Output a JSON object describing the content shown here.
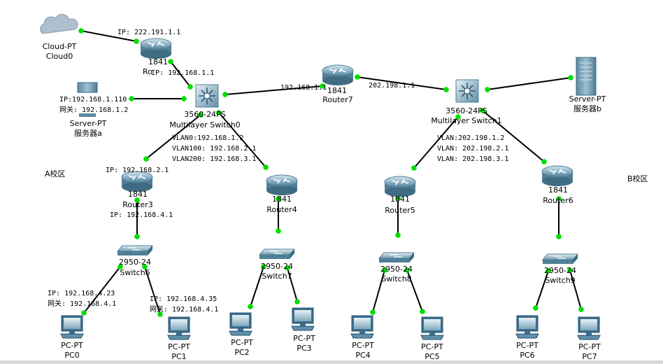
{
  "devices": [
    {
      "id": "cloud0",
      "type": "cloud",
      "model": "Cloud-PT",
      "name": "Cloud0"
    },
    {
      "id": "r_top",
      "type": "router",
      "model": "1841",
      "name": "Ro"
    },
    {
      "id": "mls0",
      "type": "mlswitch",
      "model": "3560-24PS",
      "name": "Multilayer Switch0"
    },
    {
      "id": "srv_a",
      "type": "server_small",
      "model": "Server-PT",
      "name": "服务器a"
    },
    {
      "id": "router7",
      "type": "router",
      "model": "1841",
      "name": "Router7"
    },
    {
      "id": "mls1",
      "type": "mlswitch",
      "model": "3560-24PS",
      "name": "Multilayer Switch1"
    },
    {
      "id": "srv_b",
      "type": "server",
      "model": "Server-PT",
      "name": "服务器b"
    },
    {
      "id": "router3",
      "type": "router",
      "model": "1841",
      "name": "Router3"
    },
    {
      "id": "router4",
      "type": "router",
      "model": "1841",
      "name": "Router4"
    },
    {
      "id": "router5",
      "type": "router",
      "model": "1841",
      "name": "Router5"
    },
    {
      "id": "router6",
      "type": "router",
      "model": "1841",
      "name": "Router6"
    },
    {
      "id": "switch6",
      "type": "switch",
      "model": "2950-24",
      "name": "Switch6"
    },
    {
      "id": "switch7",
      "type": "switch",
      "model": "2950-24",
      "name": "Switch7"
    },
    {
      "id": "switch8",
      "type": "switch",
      "model": "2950-24",
      "name": "Switch8"
    },
    {
      "id": "switch9",
      "type": "switch",
      "model": "2950-24",
      "name": "Switch9"
    },
    {
      "id": "pc0",
      "type": "pc",
      "model": "PC-PT",
      "name": "PC0"
    },
    {
      "id": "pc1",
      "type": "pc",
      "model": "PC-PT",
      "name": "PC1"
    },
    {
      "id": "pc2",
      "type": "pc",
      "model": "PC-PT",
      "name": "PC2"
    },
    {
      "id": "pc3",
      "type": "pc",
      "model": "PC-PT",
      "name": "PC3"
    },
    {
      "id": "pc4",
      "type": "pc",
      "model": "PC-PT",
      "name": "PC4"
    },
    {
      "id": "pc5",
      "type": "pc",
      "model": "PC-PT",
      "name": "PC5"
    },
    {
      "id": "pc6",
      "type": "pc",
      "model": "PC-PT",
      "name": "PC6"
    },
    {
      "id": "pc7",
      "type": "pc",
      "model": "PC-PT",
      "name": "PC7"
    }
  ],
  "links": [
    [
      "cloud0",
      "r_top"
    ],
    [
      "r_top",
      "mls0"
    ],
    [
      "srv_a",
      "mls0"
    ],
    [
      "mls0",
      "router7"
    ],
    [
      "router7",
      "mls1"
    ],
    [
      "mls1",
      "srv_b"
    ],
    [
      "mls0",
      "router3"
    ],
    [
      "mls0",
      "router4"
    ],
    [
      "mls1",
      "router5"
    ],
    [
      "mls1",
      "router6"
    ],
    [
      "router3",
      "switch6"
    ],
    [
      "router4",
      "switch7"
    ],
    [
      "router5",
      "switch8"
    ],
    [
      "router6",
      "switch9"
    ],
    [
      "switch6",
      "pc0"
    ],
    [
      "switch6",
      "pc1"
    ],
    [
      "switch7",
      "pc2"
    ],
    [
      "switch7",
      "pc3"
    ],
    [
      "switch8",
      "pc4"
    ],
    [
      "switch8",
      "pc5"
    ],
    [
      "switch9",
      "pc6"
    ],
    [
      "switch9",
      "pc7"
    ]
  ],
  "annotations": {
    "cloud_ip": "IP: 222.191.1.1",
    "router_ip": "IP: 192.168.1.1",
    "server_a_ip": "IP:192.168.1.110",
    "server_a_gw": "网关: 192.168.1.2",
    "mls0_vlan0": "VLAN0:192.168.1.2",
    "mls0_vlan100": "VLAN100: 192.168.2.1",
    "mls0_vlan200": "VLAN200: 192.168.3.1",
    "r7_left": "192.168.1.1",
    "r7_right": "202.198.1.1",
    "mls1_vlan": "VLAN:202.198.1.2",
    "mls1_vlan2": "VLAN: 202.198.2.1",
    "mls1_vlan3": "VLAN: 202.198.3.1",
    "campus_a": "A校区",
    "campus_b": "B校区",
    "r3_ip_top": "IP: 192.168.2.1",
    "r3_ip_bottom": "IP: 192.168.4.1",
    "pc0_ip": "IP: 192.168.4.23",
    "pc0_gw": "网关: 192.168.4.1",
    "pc1_ip": "IP: 192.168.4.35",
    "pc1_gw": "网关: 192.168.4.1"
  },
  "colors": {
    "link": "#000000",
    "port_dot": "#00dd00",
    "router": "#6f9fb4",
    "switch": "#7ea6ba",
    "cloud": "#aebfcf",
    "pc": "#3d6f8f"
  }
}
